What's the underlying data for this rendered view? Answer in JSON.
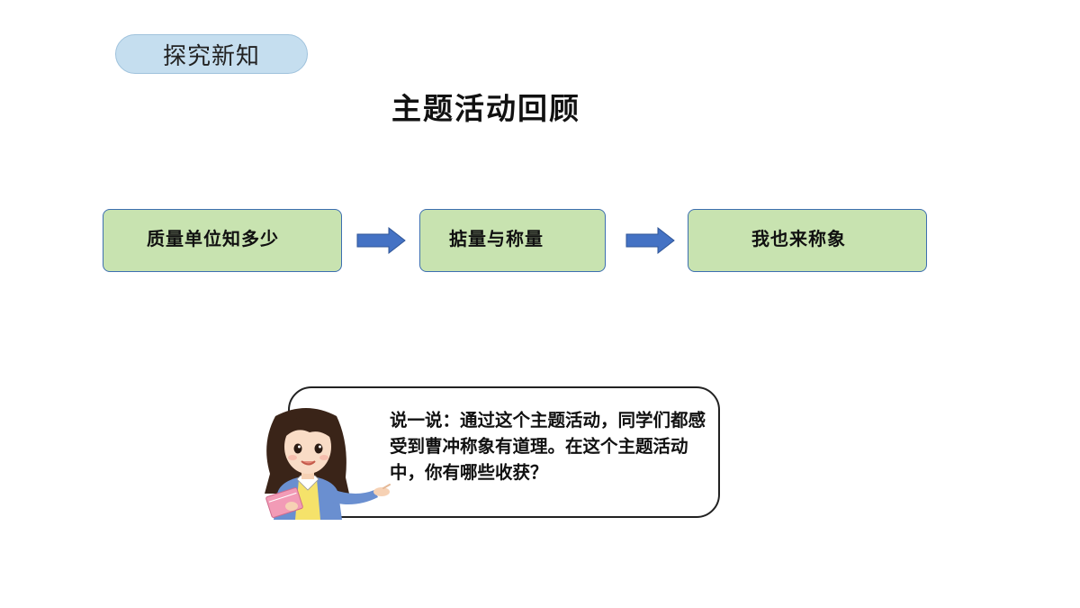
{
  "header": {
    "tag_label": "探究新知"
  },
  "page": {
    "title": "主题活动回顾"
  },
  "flow": {
    "steps": [
      {
        "label": "质量单位知多少"
      },
      {
        "label": "掂量与称量"
      },
      {
        "label": "我也来称象"
      }
    ],
    "arrow_color": "#4472c4",
    "box_fill": "#c8e3b0",
    "box_border": "#3d6fb0"
  },
  "discussion": {
    "text": "说一说：通过这个主题活动，同学们都感受到曹冲称象有道理。在这个主题活动中，你有哪些收获？"
  },
  "illustration": {
    "icon": "teacher-holding-book"
  }
}
